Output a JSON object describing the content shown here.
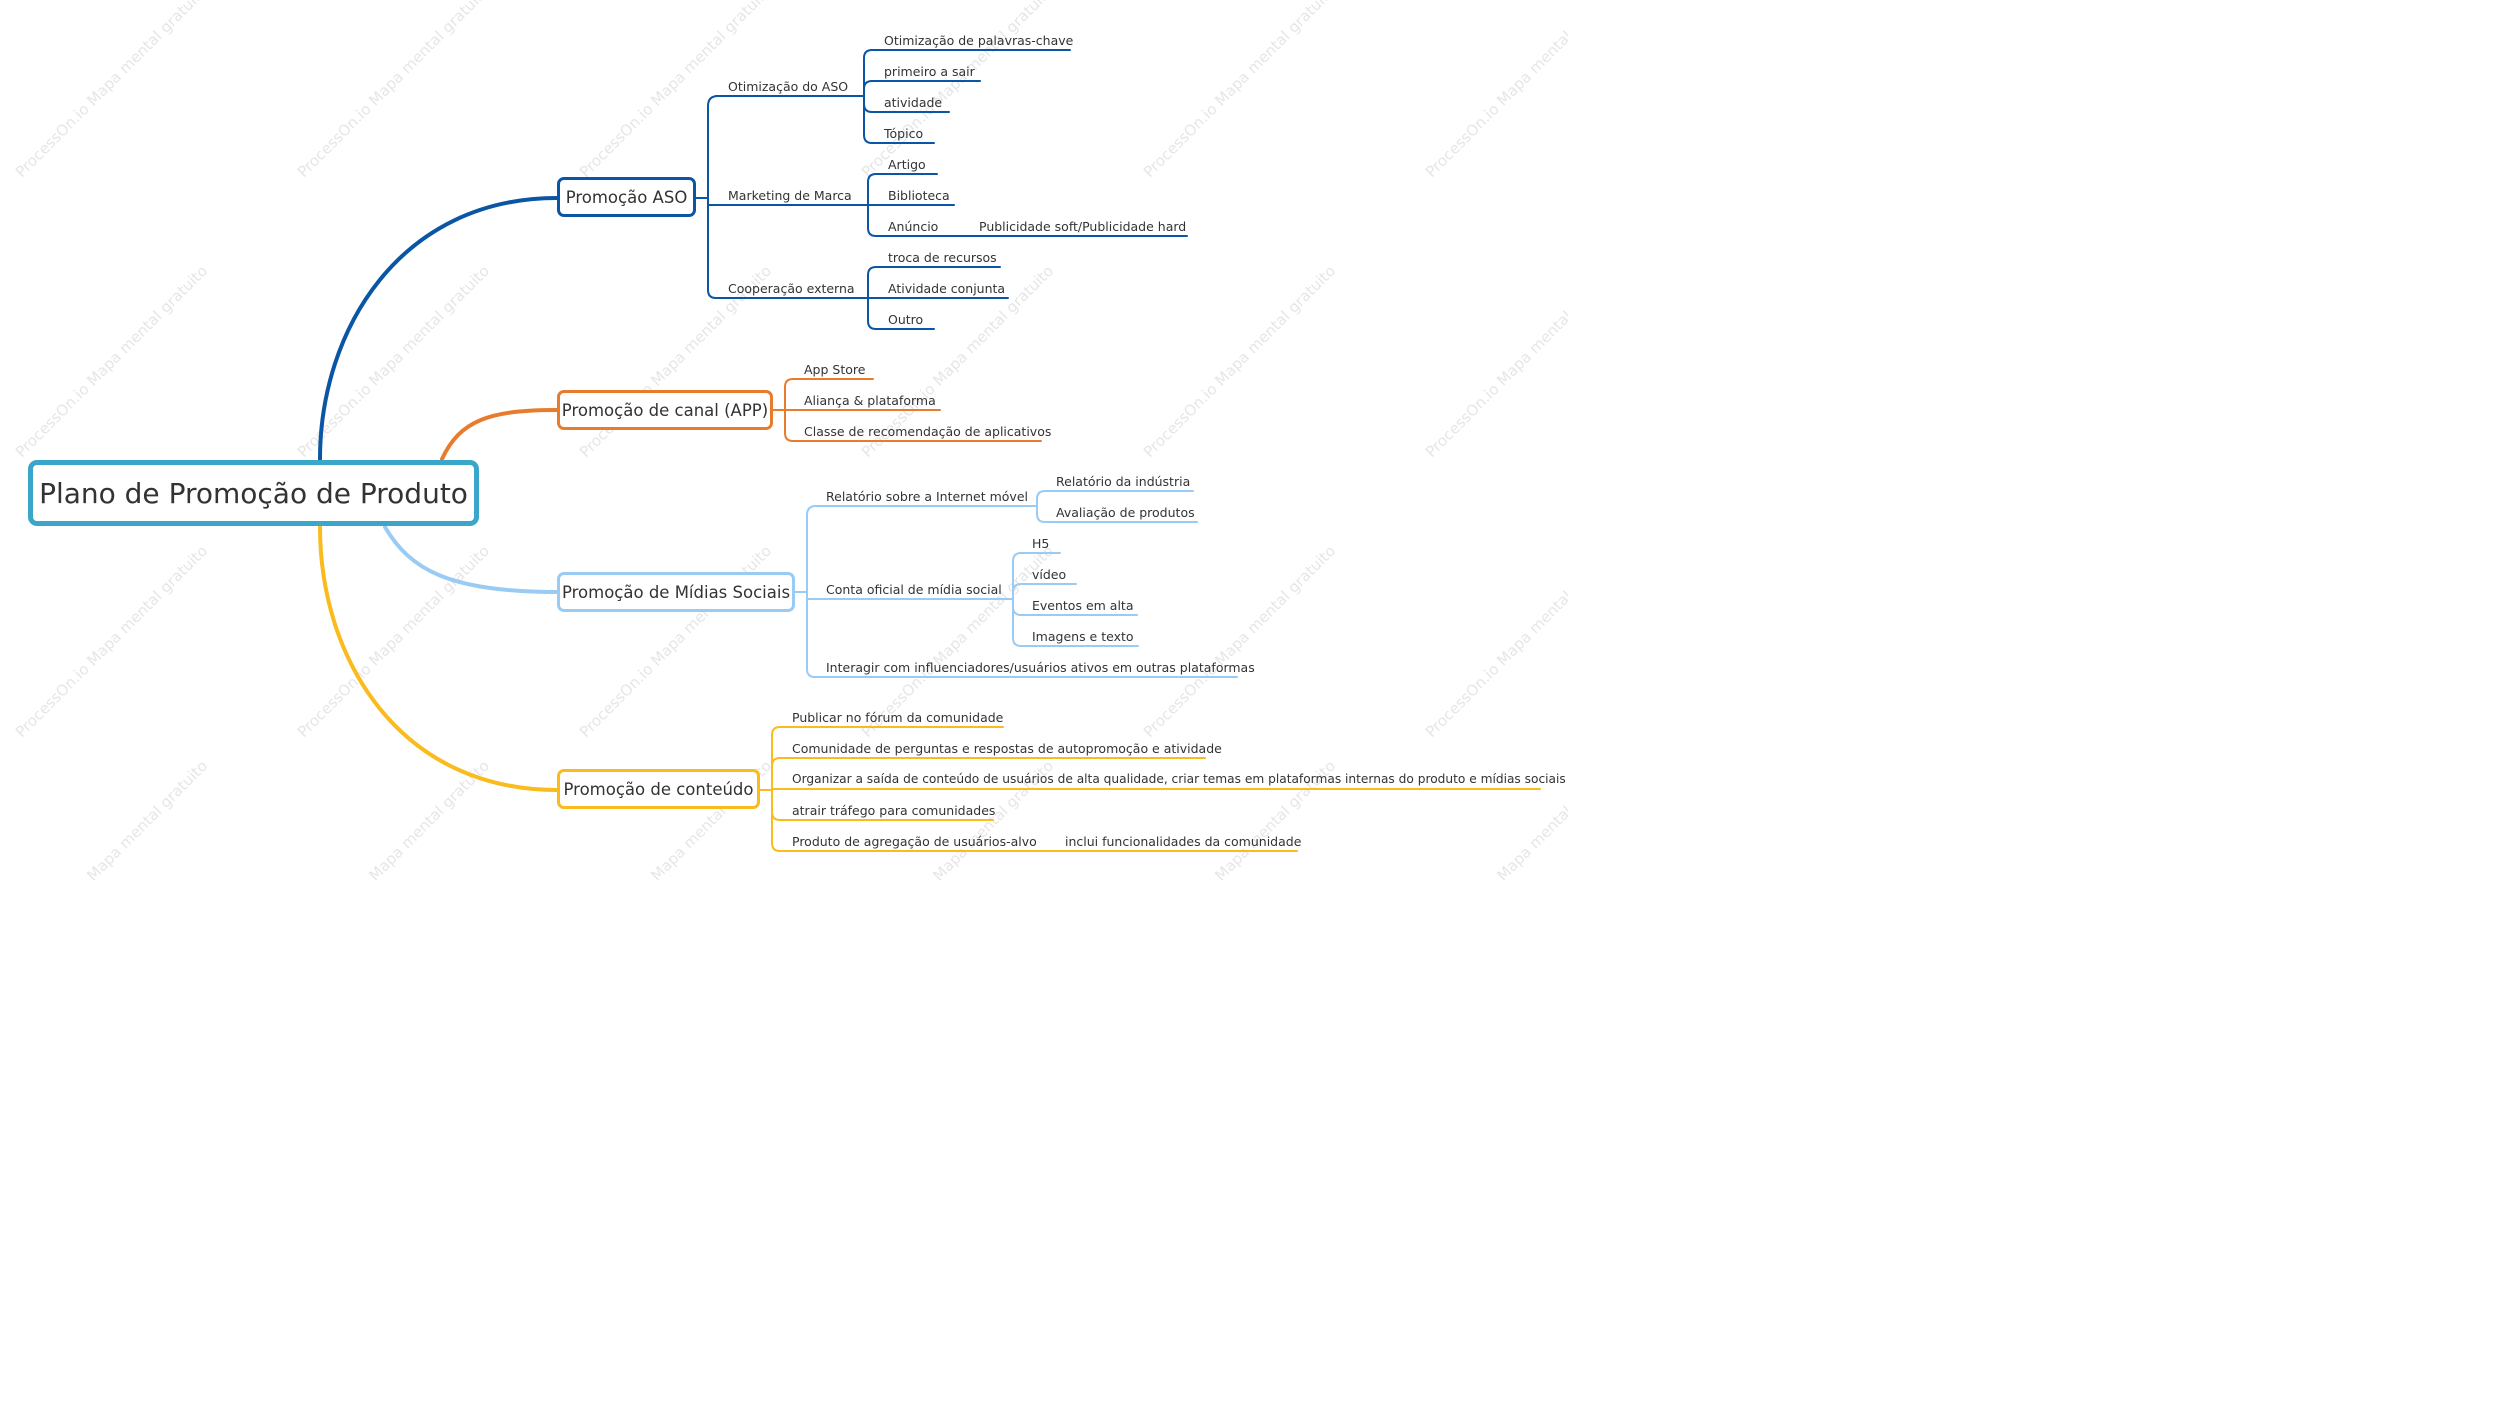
{
  "colors": {
    "root": "#3aa6c9",
    "aso": "#0a56a4",
    "canal": "#e87c2c",
    "social": "#99cbf4",
    "conteudo": "#f9bb1d",
    "text": "#333333",
    "watermark": "#e6e6e6"
  },
  "root": {
    "label": "Plano de Promoção de Produto"
  },
  "aso": {
    "label": "Promoção ASO",
    "otimizacao": {
      "label": "Otimização do ASO",
      "items": [
        "Otimização de palavras-chave",
        "primeiro a sair",
        "atividade",
        "Tópico"
      ]
    },
    "marketing": {
      "label": "Marketing de Marca",
      "items": [
        "Artigo",
        "Biblioteca",
        "Anúncio"
      ],
      "anuncio_child": "Publicidade soft/Publicidade hard"
    },
    "cooperacao": {
      "label": "Cooperação externa",
      "items": [
        "troca de recursos",
        "Atividade conjunta",
        "Outro"
      ]
    }
  },
  "canal": {
    "label": "Promoção de canal (APP)",
    "items": [
      "App Store",
      "Aliança & plataforma",
      "Classe de recomendação de aplicativos"
    ]
  },
  "social": {
    "label": "Promoção de Mídias Sociais",
    "relatorio": {
      "label": "Relatório sobre a Internet móvel",
      "items": [
        "Relatório da indústria",
        "Avaliação de produtos"
      ]
    },
    "conta": {
      "label": "Conta oficial de mídia social",
      "items": [
        "H5",
        "vídeo",
        "Eventos em alta",
        "Imagens e texto"
      ]
    },
    "interagir": "Interagir com influenciadores/usuários ativos em outras plataformas"
  },
  "conteudo": {
    "label": "Promoção de conteúdo",
    "items": [
      "Publicar no fórum da comunidade",
      "Comunidade de perguntas e respostas de autopromoção e atividade",
      "Organizar a saída de conteúdo de usuários de alta qualidade, criar temas em plataformas internas do produto e mídias sociais",
      "atrair tráfego para comunidades",
      "Produto de agregação de usuários-alvo"
    ],
    "agregacao_child": "inclui funcionalidades da comunidade"
  },
  "watermark": "ProcessOn.io Mapa mental gratuito"
}
